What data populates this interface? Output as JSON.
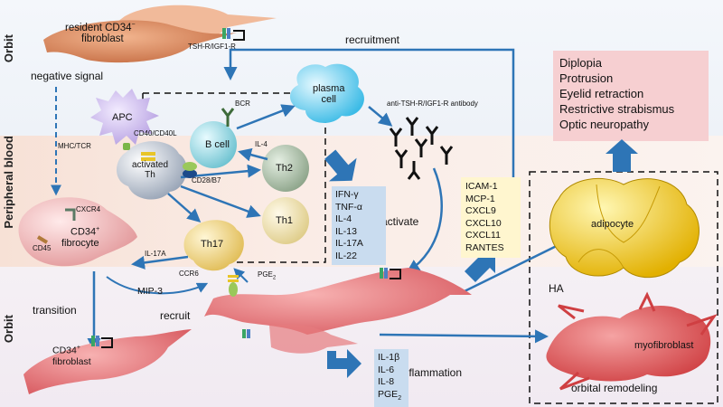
{
  "side_labels": {
    "orbit_top": "Orbit",
    "peripheral_blood": "Peripheral blood",
    "orbit_bottom": "Orbit"
  },
  "cells": {
    "resident_fibroblast_line1": "resident CD34",
    "resident_fibroblast_sup": "−",
    "resident_fibroblast_line2": "fibroblast",
    "apc": "APC",
    "b_cell": "B cell",
    "plasma_cell_line1": "plasma",
    "plasma_cell_line2": "cell",
    "activated_th_line1": "activated",
    "activated_th_line2": "Th",
    "th2": "Th2",
    "th1": "Th1",
    "th17": "Th17",
    "fibrocyte_cd34": "CD34",
    "fibrocyte_sup": "+",
    "fibrocyte_name": "fibrocyte",
    "cd34_fibroblast": "CD34",
    "cd34_fibroblast_sup": "+",
    "cd34_fibroblast_name": "fibroblast",
    "adipocyte": "adipocyte",
    "myofibroblast": "myofibroblast"
  },
  "labels": {
    "tshr": "TSH-R/IGF1-R",
    "negative_signal": "negative signal",
    "recruitment": "recruitment",
    "bcr": "BCR",
    "antibody": "anti-TSH-R/IGF1-R antibody",
    "cd40": "CD40/CD40L",
    "il4": "IL-4",
    "mhc_tcr": "MHC/TCR",
    "cd28": "CD28/B7",
    "cxcr4": "CXCR4",
    "cd45": "CD45",
    "il17a": "IL-17A",
    "ccr6": "CCR6",
    "pge2": "PGE",
    "pge2_sub": "2",
    "mip3": "MIP-3",
    "transition": "transition",
    "recruit": "recruit",
    "activate": "activate",
    "ha": "HA",
    "inflammation": "inflammation",
    "orbital_remodeling": "orbital remodeling"
  },
  "cytokines_th": [
    "IFN-γ",
    "TNF-α",
    "IL-4",
    "IL-13",
    "IL-17A",
    "IL-22"
  ],
  "chemokines": [
    "ICAM-1",
    "MCP-1",
    "CXCL9",
    "CXCL10",
    "CXCL11",
    "RANTES"
  ],
  "inflammatory": [
    "IL-1β",
    "IL-6",
    "IL-8",
    "PGE"
  ],
  "inflammatory_last_sub": "2",
  "outcomes": [
    "Diplopia",
    "Protrusion",
    "Eyelid retraction",
    "Restrictive strabismus",
    "Optic neuropathy"
  ],
  "colors": {
    "arrow_blue": "#2e75b6",
    "fibroblast_red": "#e0666a",
    "resident_fibroblast": "#d9865a",
    "apc_purple": "#cbb8e8",
    "b_cell_blue": "#9cd7df",
    "plasma_cyan": "#7fd3ef",
    "th_gray": "#b9c2cf",
    "th2_green": "#a9bfa6",
    "th1_yellow": "#efe0a8",
    "th17_yellow": "#f1d98c",
    "adipocyte_yellow": "#f0c81e",
    "myofibroblast_red": "#e05c5c"
  },
  "icons": [
    "receptor-icon",
    "antibody-icon",
    "block-arrow-icon"
  ]
}
